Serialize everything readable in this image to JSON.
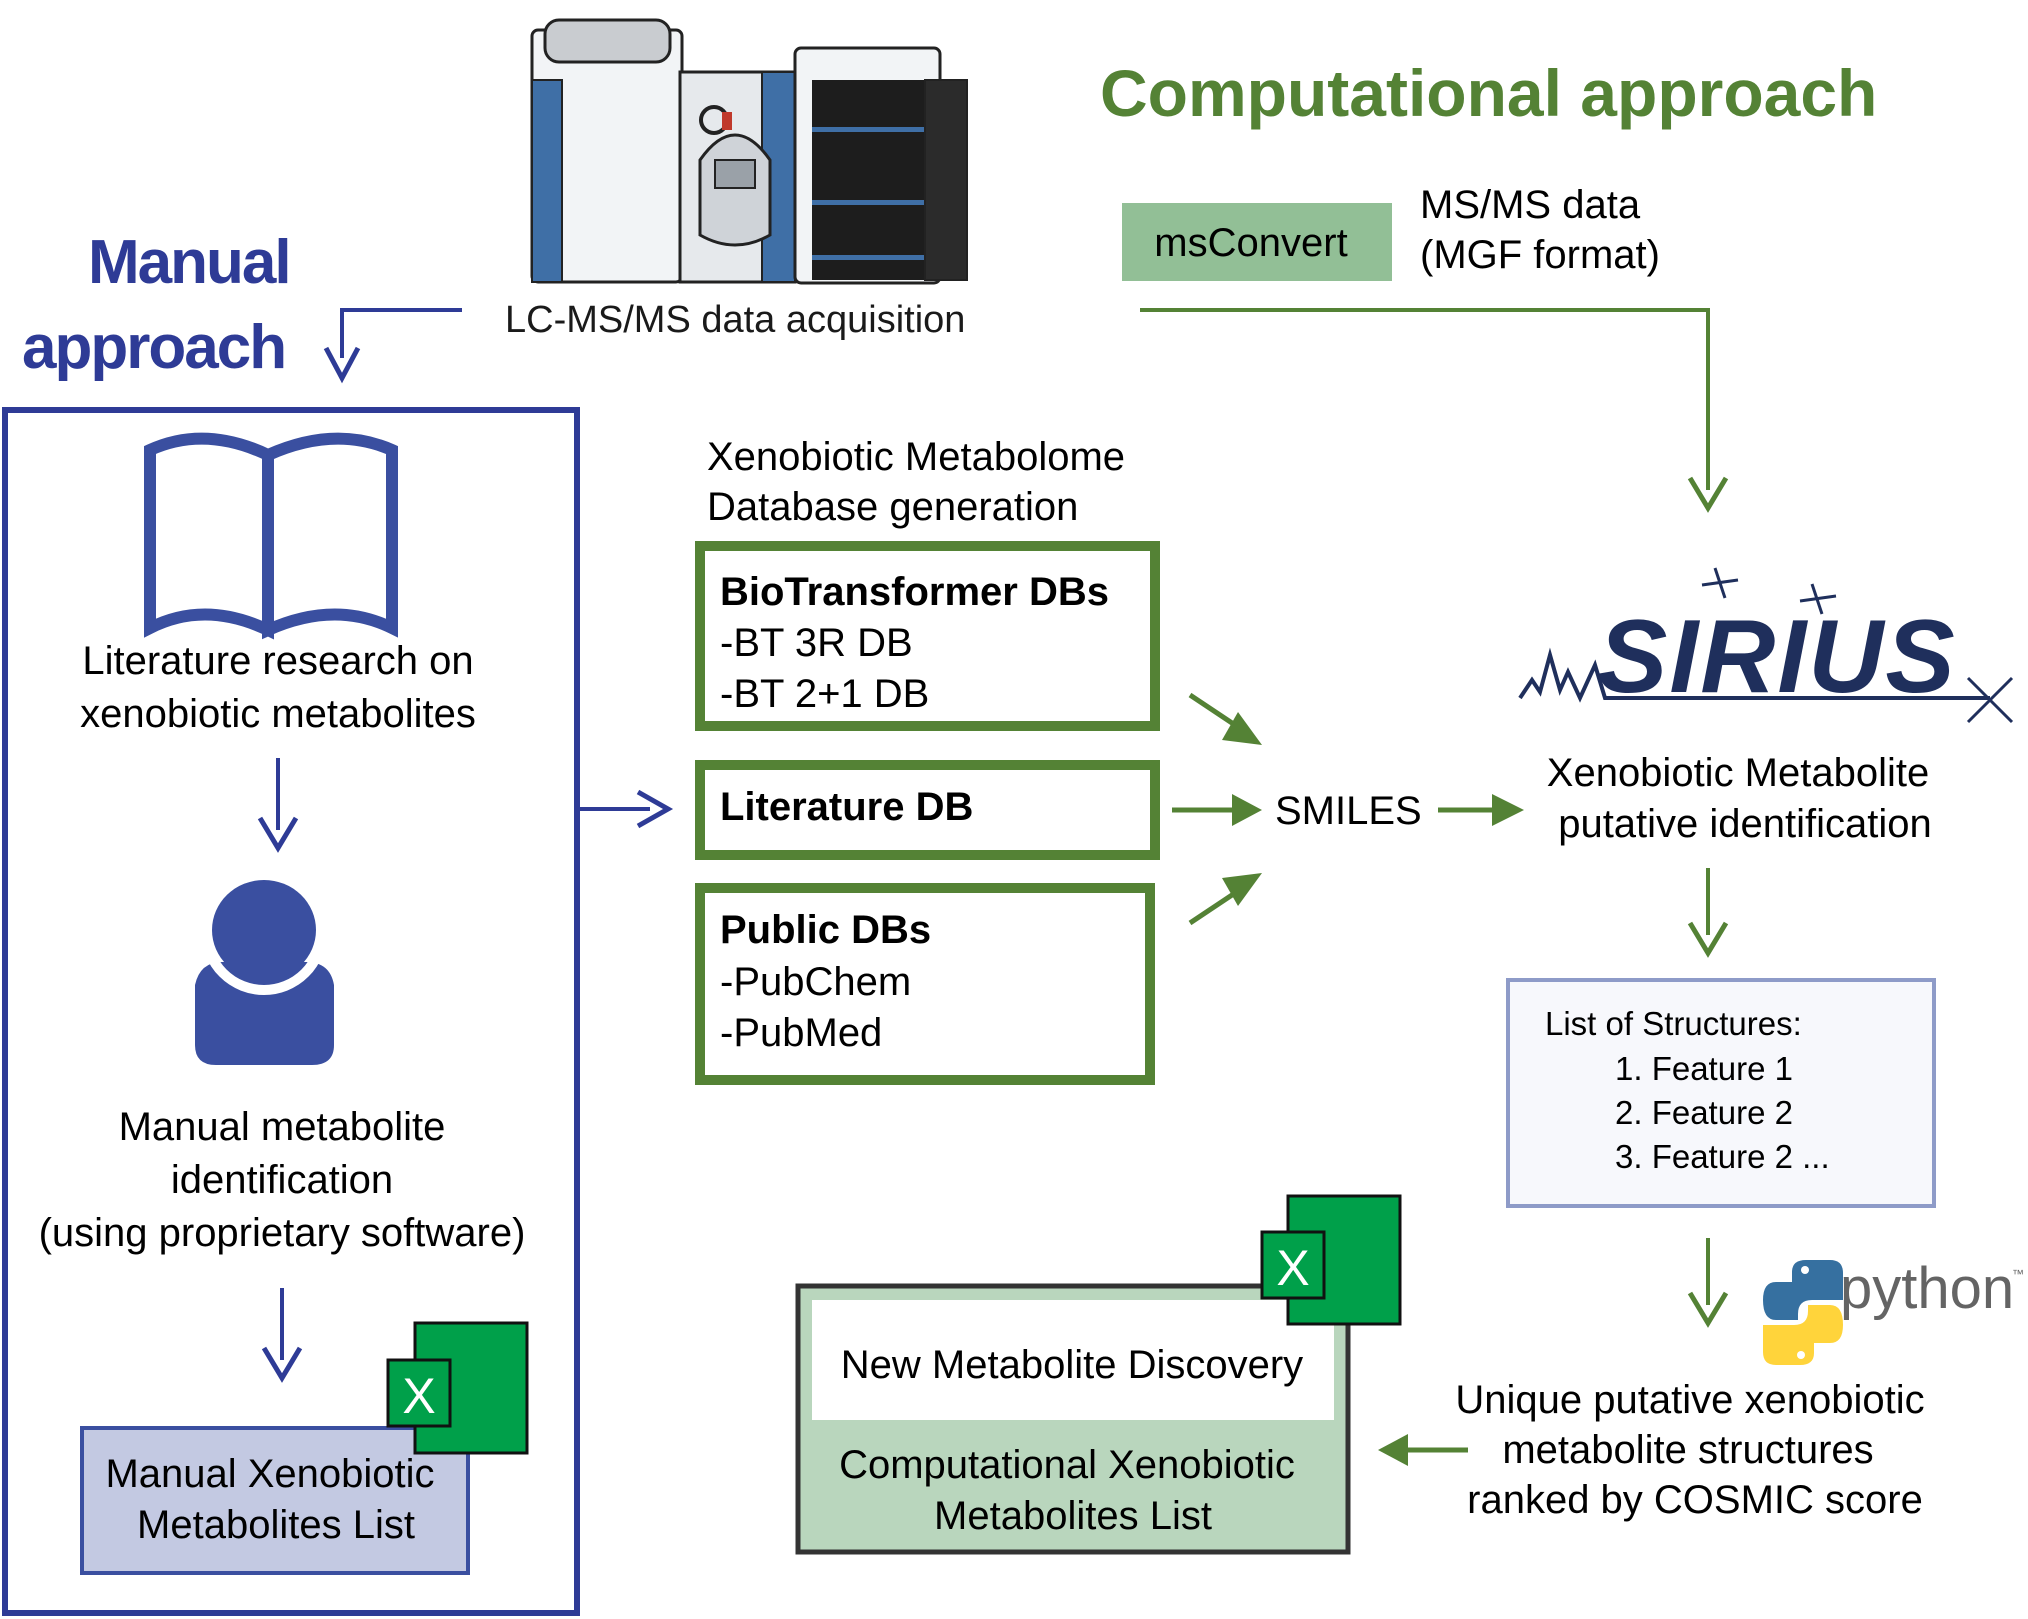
{
  "manual": {
    "title_line1": "Manual",
    "title_line2": "approach",
    "literature_line1": "Literature research on",
    "literature_line2": "xenobiotic metabolites",
    "identification_line1": "Manual metabolite",
    "identification_line2": "identification",
    "identification_line3": "(using proprietary software)",
    "list_line1": "Manual Xenobiotic",
    "list_line2": "Metabolites List",
    "excel_letter": "X",
    "color": "#2e3b96",
    "list_fill": "#c3c9e2"
  },
  "acquisition": {
    "label": "LC-MS/MS data acquisition"
  },
  "computational": {
    "title": "Computational approach",
    "color": "#548235",
    "msconvert_label": "msConvert",
    "msconvert_fill": "#92bf96",
    "msms_line1": "MS/MS data",
    "msms_line2": "(MGF format)"
  },
  "database": {
    "heading_line1": "Xenobiotic Metabolome",
    "heading_line2": "Database generation",
    "biotransformer": {
      "title": "BioTransformer DBs",
      "items": [
        "-BT 3R DB",
        "-BT 2+1 DB"
      ]
    },
    "literature": {
      "title": "Literature DB"
    },
    "public": {
      "title": "Public DBs",
      "items": [
        "-PubChem",
        "-PubMed"
      ]
    },
    "smiles": "SMILES"
  },
  "sirius": {
    "logo_text": "SIRIUS",
    "logo_color": "#1f2f5c",
    "label_line1": "Xenobiotic Metabolite",
    "label_line2": "putative identification"
  },
  "structures": {
    "heading": "List of Structures:",
    "items": [
      "1. Feature 1",
      "2. Feature 2",
      "3. Feature 2 ..."
    ]
  },
  "python": {
    "text": "python",
    "tm": "™"
  },
  "ranking": {
    "line1": "Unique putative xenobiotic",
    "line2": "metabolite structures",
    "line3": "ranked by COSMIC score"
  },
  "output": {
    "discovery": "New Metabolite Discovery",
    "list_line1": "Computational Xenobiotic",
    "list_line2": "Metabolites List",
    "excel_letter": "X",
    "fill": "#b9d6bd",
    "excel_color": "#00a04a"
  }
}
